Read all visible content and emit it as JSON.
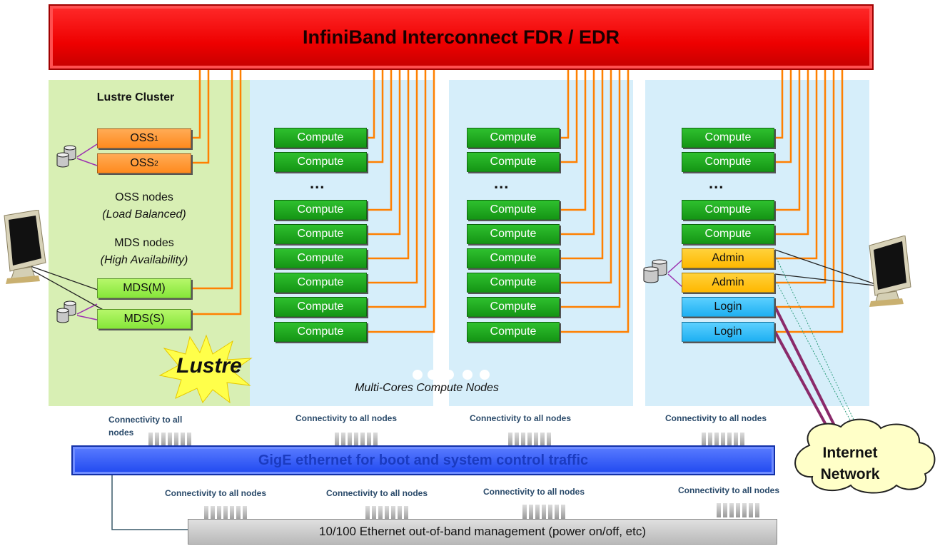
{
  "interconnect": {
    "title": "InfiniBand Interconnect FDR / EDR"
  },
  "lustre": {
    "cluster_title": "Lustre Cluster",
    "oss1": "OSS",
    "oss1_sub": "1",
    "oss2": "OSS",
    "oss2_sub": "2",
    "oss_nodes": "OSS nodes",
    "oss_note": "(Load Balanced)",
    "mds_nodes": "MDS nodes",
    "mds_note": "(High Availability)",
    "mds_m": "MDS(M)",
    "mds_s": "MDS(S)",
    "logo": "Lustre"
  },
  "compute": {
    "label": "Compute",
    "ellipsis": "...",
    "caption": "Multi-Cores  Compute Nodes"
  },
  "service": {
    "admin": "Admin",
    "login": "Login"
  },
  "internet": {
    "line1": "Internet",
    "line2": "Network"
  },
  "connectivity": {
    "full": "Connectivity to all nodes",
    "split_line1": "Connectivity to all",
    "split_line2": "nodes"
  },
  "gige": {
    "title": "GigE ethernet for boot and system control traffic"
  },
  "oob": {
    "title": "10/100 Ethernet out-of-band management (power on/off, etc)"
  },
  "colors": {
    "infiniband": "#ee0000",
    "compute": "#1aa01a",
    "oss": "#ff8a1e",
    "mds": "#8ee642",
    "admin": "#ffc000",
    "login": "#29b6f6",
    "gige": "#2a52ff",
    "lustre_bg": "#d8efb4",
    "compute_bg": "#d6eefa",
    "wire": "#ff8000"
  },
  "icons": [
    "disk-stack-icon",
    "monitor-icon",
    "cloud-icon",
    "starburst-icon"
  ]
}
